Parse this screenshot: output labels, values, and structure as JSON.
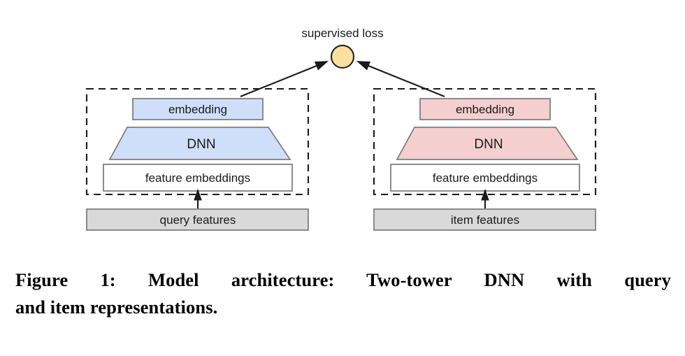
{
  "figure": {
    "loss_node": {
      "label": "supervised loss",
      "shape": "circle",
      "fill": "#fadf9f",
      "stroke": "#1a1a1a"
    },
    "towers": [
      {
        "id": "query-tower",
        "side": "left",
        "accent_color": "#cfdffa",
        "border_color": "#7f7f7f",
        "embedding_label": "embedding",
        "dnn_label": "DNN",
        "feature_embeddings_label": "feature embeddings",
        "features_label": "query features",
        "features_fill": "#d9d9d9",
        "feature_embeddings_fill": "#ffffff"
      },
      {
        "id": "item-tower",
        "side": "right",
        "accent_color": "#f5cfcf",
        "border_color": "#7f7f7f",
        "embedding_label": "embedding",
        "dnn_label": "DNN",
        "feature_embeddings_label": "feature embeddings",
        "features_label": "item features",
        "features_fill": "#d9d9d9",
        "feature_embeddings_fill": "#ffffff"
      }
    ],
    "arrows": [
      {
        "name": "query-embedding-to-loss",
        "from": "query embedding",
        "to": "supervised loss"
      },
      {
        "name": "item-embedding-to-loss",
        "from": "item embedding",
        "to": "supervised loss"
      },
      {
        "name": "query-features-to-feature-embeddings",
        "from": "query features",
        "to": "feature embeddings"
      },
      {
        "name": "item-features-to-feature-embeddings",
        "from": "item features",
        "to": "feature embeddings"
      }
    ]
  },
  "caption": {
    "line_1": "Figure 1: Model architecture: Two-tower DNN with query",
    "line_2": "and item representations.",
    "full_text": "Figure 1: Model architecture: Two-tower DNN with query and item representations."
  }
}
